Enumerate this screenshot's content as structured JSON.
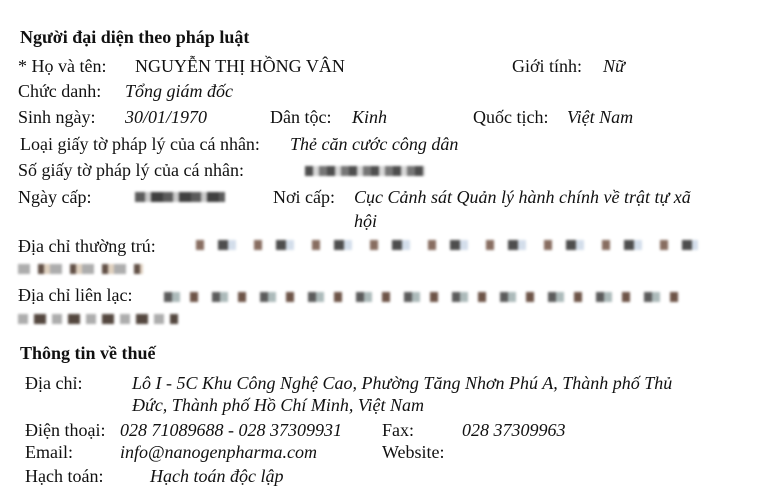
{
  "legal_rep": {
    "heading": "Người đại diện theo pháp luật",
    "name_label": "*  Họ và tên:",
    "name": "NGUYỄN THỊ HỒNG VÂN",
    "gender_label": "Giới tính:",
    "gender": "Nữ",
    "title_label": "Chức danh:",
    "title": "Tổng giám đốc",
    "dob_label": "Sinh ngày:",
    "dob": "30/01/1970",
    "ethnicity_label": "Dân tộc:",
    "ethnicity": "Kinh",
    "nationality_label": "Quốc tịch:",
    "nationality": "Việt Nam",
    "id_type_label": "Loại giấy tờ pháp lý của cá nhân:",
    "id_type": "Thẻ căn cước công dân",
    "id_number_label": "Số giấy tờ pháp lý của cá nhân:",
    "issue_date_label": "Ngày cấp:",
    "issue_place_label": "Nơi cấp:",
    "issue_place_line1": "Cục Cảnh sát Quản lý hành chính về trật tự xã",
    "issue_place_line2": "hội",
    "permanent_address_label": "Địa chỉ thường trú:",
    "contact_address_label": "Địa chỉ liên lạc:"
  },
  "tax": {
    "heading": "Thông tin về thuế",
    "address_label": "Địa chỉ:",
    "address_line1": "Lô I - 5C Khu Công Nghệ Cao, Phường Tăng Nhơn Phú A, Thành phố Thủ",
    "address_line2": "Đức, Thành phố Hồ Chí Minh, Việt Nam",
    "phone_label": "Điện thoại:",
    "phone": "028 71089688 - 028 37309931",
    "fax_label": "Fax:",
    "fax": "028 37309963",
    "email_label": "Email:",
    "email": "info@nanogenpharma.com",
    "website_label": "Website:",
    "accounting_label": "Hạch toán:",
    "accounting": "Hạch toán độc lập"
  }
}
